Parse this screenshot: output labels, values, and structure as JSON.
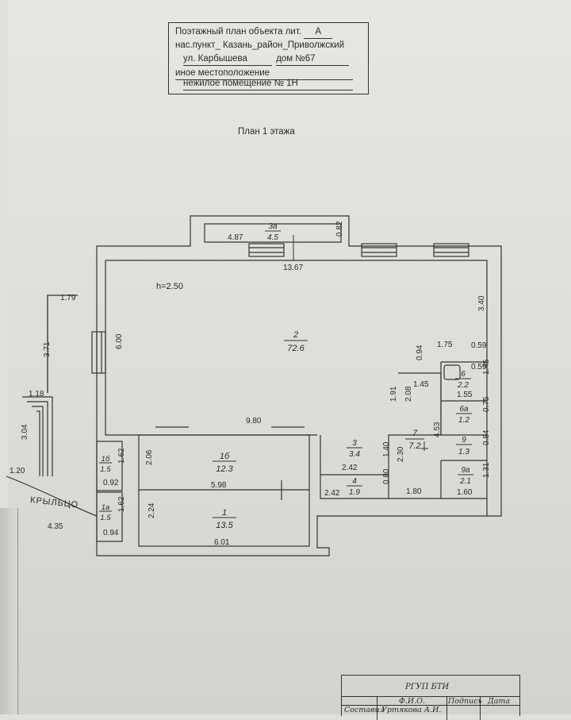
{
  "stamp": {
    "line1_prefix": "Поэтажный план объекта лит.",
    "line1_value": "А",
    "line2": "нас.пункт_ Казань_район_Приволжский",
    "line3_street": "ул. Карбышева",
    "line3_house": "дом №67",
    "line4": "иное местоположение",
    "line5": "нежилое помещение № 1Н"
  },
  "plan_title": "План 1 этажа",
  "height_note": "h=2.50",
  "porch_label": "КРЫЛЬЦО",
  "rooms": [
    {
      "id": "3а",
      "area": "4.5"
    },
    {
      "id": "2",
      "area": "72.6"
    },
    {
      "id": "6",
      "area": "2.2"
    },
    {
      "id": "6а",
      "area": "1.2"
    },
    {
      "id": "7",
      "area": "7.2"
    },
    {
      "id": "9",
      "area": "1.3"
    },
    {
      "id": "9а",
      "area": "2.1"
    },
    {
      "id": "3",
      "area": "3.4"
    },
    {
      "id": "4",
      "area": "1.9"
    },
    {
      "id": "1б",
      "area": "12.3"
    },
    {
      "id": "1",
      "area": "13.5"
    },
    {
      "id": "1б",
      "area": "1.5"
    },
    {
      "id": "1а",
      "area": "1.5"
    }
  ],
  "dimensions": [
    "4.87",
    "0.82",
    "13.67",
    "3.40",
    "6.00",
    "1.79",
    "3.71",
    "1.18",
    "3.04",
    "1.20",
    "4.35",
    "1.75",
    "0.59",
    "0.94",
    "0.59",
    "1.45",
    "1.45",
    "1.55",
    "0.75",
    "1.91",
    "2.08",
    "9.80",
    "4.53",
    "0.84",
    "1.31",
    "1.62",
    "2.06",
    "0.92",
    "5.98",
    "1.62",
    "2.24",
    "0.94",
    "6.01",
    "2.42",
    "1.40",
    "2.30",
    "0.80",
    "2.42",
    "1.80",
    "1.60"
  ],
  "title_block": {
    "org": "РГУП БТИ",
    "col_fio": "Ф.И.О.",
    "col_sign": "Подпись",
    "col_date": "Дата",
    "row_label": "Составил",
    "row_name": "Уртякова А.И."
  }
}
